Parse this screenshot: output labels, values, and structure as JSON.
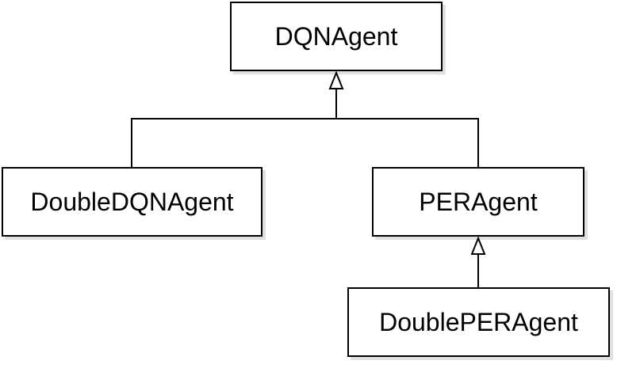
{
  "diagram": {
    "type": "class-hierarchy",
    "nodes": {
      "dqn_agent": "DQNAgent",
      "double_dqn_agent": "DoubleDQNAgent",
      "per_agent": "PERAgent",
      "double_per_agent": "DoublePERAgent"
    },
    "edges": [
      {
        "from": "double_dqn_agent",
        "to": "dqn_agent",
        "style": "inheritance"
      },
      {
        "from": "per_agent",
        "to": "dqn_agent",
        "style": "inheritance"
      },
      {
        "from": "double_per_agent",
        "to": "per_agent",
        "style": "inheritance"
      }
    ],
    "colors": {
      "stroke": "#000000",
      "fill": "#ffffff"
    }
  }
}
